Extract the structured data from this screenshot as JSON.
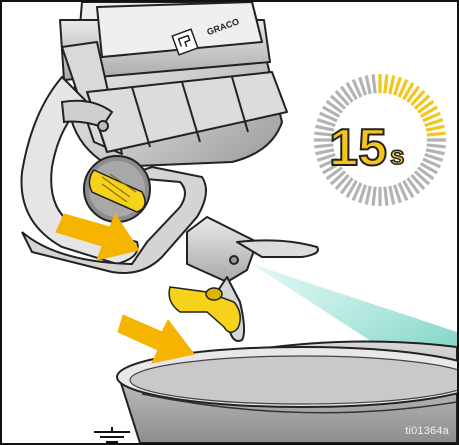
{
  "brand_text": "GRACO",
  "timer": {
    "number": "15",
    "unit": "s",
    "highlighted_fraction": 0.25,
    "total_ticks": 60,
    "highlight_color": "#f5c518",
    "tick_color": "#b3b3b3"
  },
  "figure_id": "ti01364a",
  "colors": {
    "arrow": "#f5b400",
    "yellow_part": "#f7d21a",
    "spray": "#7fd3c7",
    "metal_dark": "#8c8c8c",
    "metal_light": "#e6e6e6"
  },
  "icons": [
    "ground-symbol-icon",
    "arrow-icon",
    "stopwatch-icon"
  ]
}
